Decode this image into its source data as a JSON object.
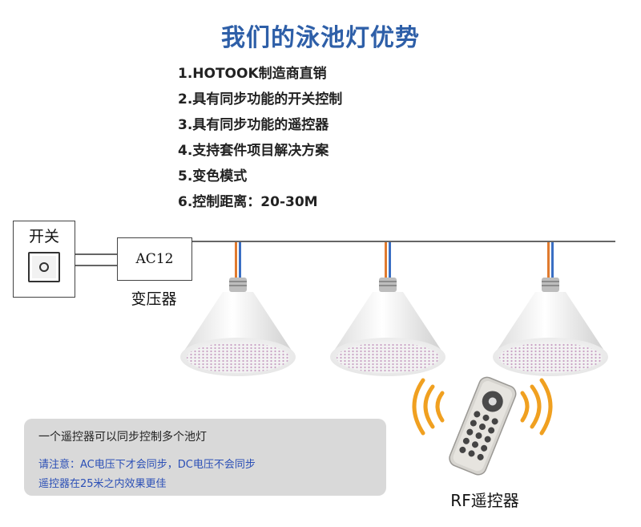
{
  "title": "我们的泳池灯优势",
  "features": [
    "1.HOTOOK制造商直销",
    "2.具有同步功能的开关控制",
    "3.具有同步功能的遥控器",
    "4.支持套件项目解决方案",
    "5.变色模式",
    "6.控制距离：20-30M"
  ],
  "switch": {
    "label": "开关"
  },
  "transformer": {
    "text": "AC12",
    "label": "变压器"
  },
  "remote": {
    "label": "RF遥控器"
  },
  "note": {
    "main": "一个遥控器可以同步控制多个池灯",
    "warning_1": "请注意：AC电压下才会同步，DC电压不会同步",
    "warning_2": "遥控器在25米之内效果更佳"
  },
  "colors": {
    "title": "#2e5fa8",
    "note_text": "#2b4fb6",
    "note_bg": "#d9d9d9",
    "wire_orange": "#e07a2e",
    "wire_blue": "#3a6fc4",
    "signal_orange": "#f0a020"
  }
}
